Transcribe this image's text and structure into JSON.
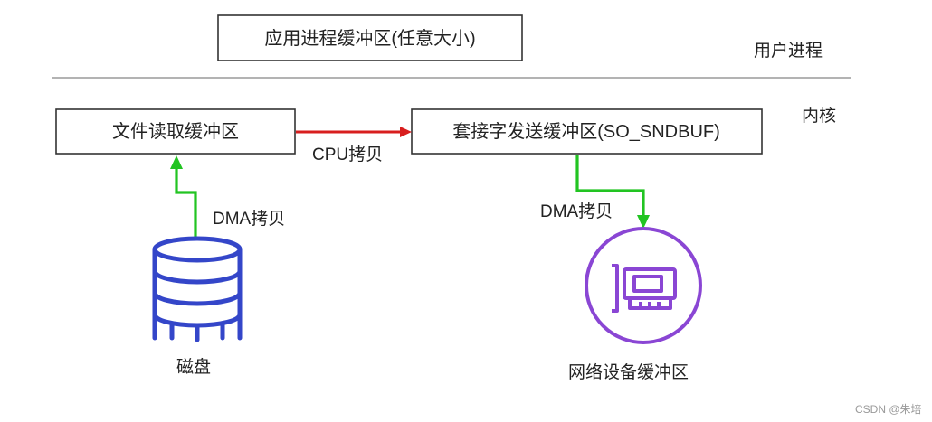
{
  "user_space": {
    "buffer_label": "应用进程缓冲区(任意大小)",
    "region_label": "用户进程"
  },
  "kernel": {
    "region_label": "内核",
    "file_buffer_label": "文件读取缓冲区",
    "socket_buffer_label": "套接字发送缓冲区(SO_SNDBUF)"
  },
  "arrows": {
    "cpu_copy_label": "CPU拷贝",
    "dma_copy_in_label": "DMA拷贝",
    "dma_copy_out_label": "DMA拷贝"
  },
  "devices": {
    "disk_label": "磁盘",
    "disk_icon": "database-icon",
    "nic_label": "网络设备缓冲区",
    "nic_icon": "network-card-icon"
  },
  "colors": {
    "cpu_arrow": "#d81e1e",
    "dma_arrow": "#22c422",
    "disk_icon": "#3446c9",
    "nic_icon": "#8a46d4"
  },
  "watermark": "CSDN @朱培"
}
